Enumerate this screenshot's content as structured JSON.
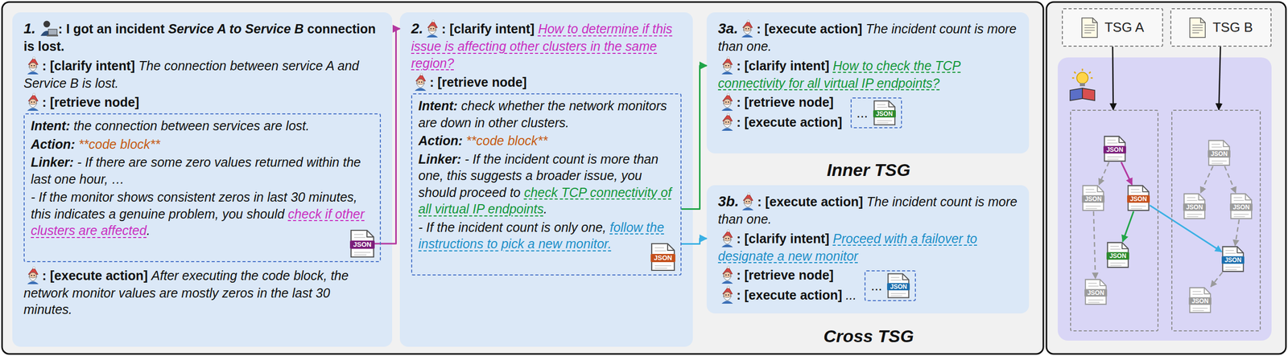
{
  "diagram": {
    "nodes": [
      {
        "text": [
          "1.",
          ": I got an incident",
          "Service A to Service B",
          "connection is lost.",
          ": [clarify intent]",
          "The connection between service A and Service B is lost.",
          ": [retrieve node]",
          ": [execute action]",
          "After executing the code block, the network monitor values are mostly zeros in the last 30 minutes."
        ]
      },
      {
        "text": [
          "Intent:",
          "the connection between services are lost.",
          "Action:",
          "**code block**",
          "Linker:",
          "- If there are some zero values returned within the last one hour, …",
          "- If the monitor shows consistent zeros in last 30 minutes, this indicates a genuine problem, you should",
          "check if other clusters are affected",
          "."
        ],
        "in": 0
      },
      {
        "text": [
          "JSON"
        ],
        "in": 1
      },
      {
        "text": [
          "2.",
          ": [clarify intent]",
          "How to determine if this issue is affecting other clusters in the same region?",
          ": [retrieve node]"
        ]
      },
      {
        "text": [
          "Intent:",
          "check whether the network monitors are down in other clusters.",
          "Action:",
          "**code block**",
          "Linker:",
          "- If the incident count is more than one, this suggests a broader issue, you should proceed to",
          "check TCP connectivity of all virtual IP endpoints",
          ".",
          "- If the incident count is only one,",
          "follow the instructions to pick a new monitor."
        ],
        "in": 3
      },
      {
        "text": [
          "JSON"
        ],
        "in": 4
      },
      {
        "text": [
          "3a.",
          ": [execute action]",
          "The incident count is more than one.",
          ": [clarify intent]",
          "How to check the TCP connectivity for all virtual IP endpoints?",
          ": [retrieve node]",
          ": [execute action]"
        ]
      },
      {
        "text": [
          "..."
        ],
        "in": 6
      },
      {
        "text": [
          "JSON"
        ],
        "in": 7
      },
      {
        "text": [
          "3b.",
          ": [execute action]",
          "The incident count is more than one.",
          ": [clarify intent]",
          "Proceed with a failover to designate a new monitor",
          ": [retrieve node]",
          ": [execute action]",
          "..."
        ]
      },
      {
        "text": [
          "..."
        ],
        "in": 9
      },
      {
        "text": [
          "JSON"
        ],
        "in": 10
      },
      {
        "text": [
          "TSG A"
        ]
      },
      {
        "text": [
          "TSG B"
        ]
      },
      {
        "text": []
      },
      {
        "text": []
      },
      {
        "text": [
          "JSON"
        ],
        "in": 14
      },
      {
        "text": [
          "JSON"
        ],
        "in": 14
      },
      {
        "text": [
          "JSON"
        ],
        "in": 14
      },
      {
        "text": [
          "JSON"
        ],
        "in": 14
      },
      {
        "text": [
          "JSON"
        ],
        "in": 14
      },
      {
        "text": [
          "JSON"
        ],
        "in": 15
      },
      {
        "text": [
          "JSON"
        ],
        "in": 15
      },
      {
        "text": [
          "JSON"
        ],
        "in": 15
      },
      {
        "text": [
          "JSON"
        ],
        "in": 15
      },
      {
        "text": [
          "JSON"
        ],
        "in": 15
      }
    ],
    "edges": [
      {
        "from": 2,
        "to": 3,
        "arrow": "to"
      },
      {
        "from": 4,
        "to": 6,
        "arrow": "to"
      },
      {
        "from": 4,
        "to": 9,
        "arrow": "to"
      },
      {
        "from": 12,
        "to": 14,
        "arrow": "to"
      },
      {
        "from": 13,
        "to": 15,
        "arrow": "to"
      },
      {
        "from": 16,
        "to": 17,
        "arrow": "to"
      },
      {
        "from": 16,
        "to": 18,
        "arrow": "to"
      },
      {
        "from": 17,
        "to": 20,
        "arrow": "to"
      },
      {
        "from": 18,
        "to": 19,
        "arrow": "to"
      },
      {
        "from": 18,
        "to": 24,
        "arrow": "to"
      },
      {
        "from": 21,
        "to": 22,
        "arrow": "to"
      },
      {
        "from": 21,
        "to": 23,
        "arrow": "to"
      },
      {
        "from": 23,
        "to": 24,
        "arrow": "to"
      },
      {
        "from": 24,
        "to": 25,
        "arrow": "to"
      }
    ],
    "labels": [
      "Inner TSG",
      "Cross TSG"
    ]
  }
}
